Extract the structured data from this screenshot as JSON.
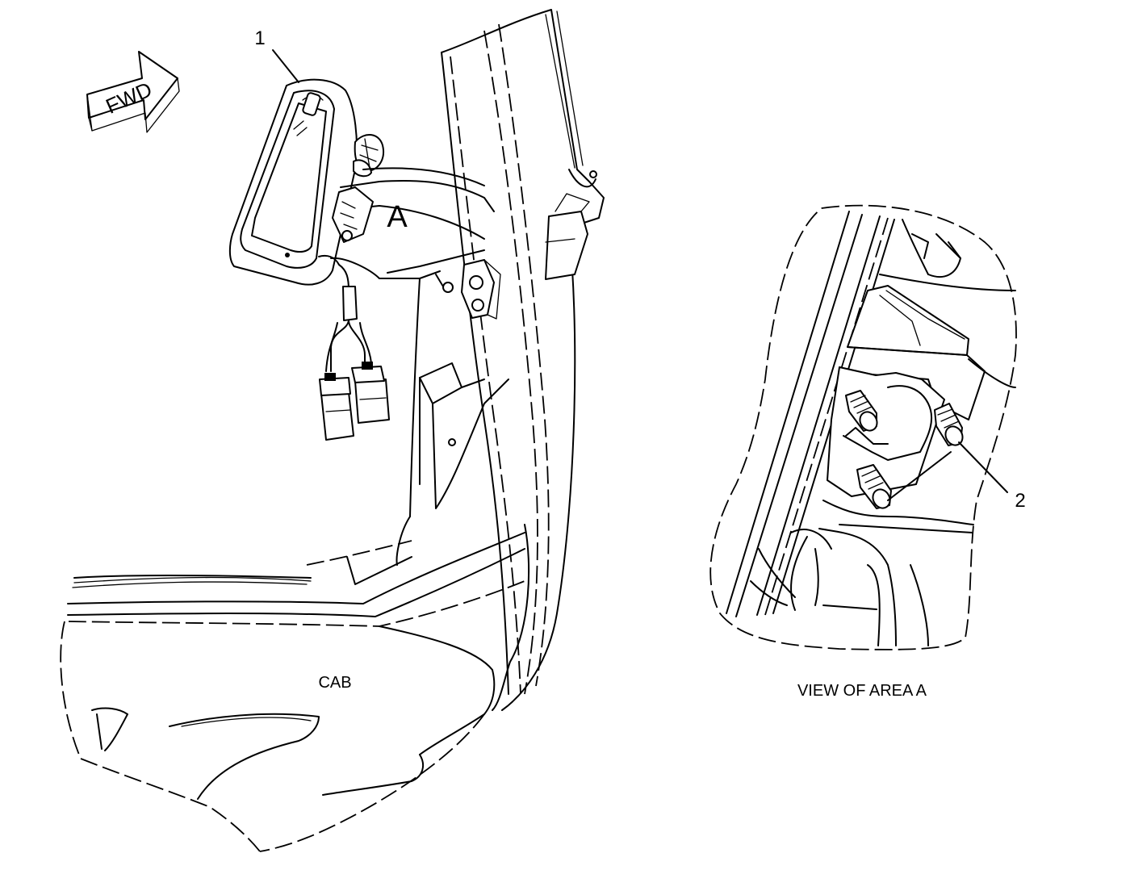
{
  "callouts": {
    "item_1": "1",
    "item_2": "2",
    "area_a": "A"
  },
  "direction_arrow": {
    "label": "FWD"
  },
  "labels": {
    "cab": "CAB",
    "view_of_area": "VIEW OF AREA A"
  },
  "icons": {
    "direction": "fwd-arrow-icon"
  }
}
